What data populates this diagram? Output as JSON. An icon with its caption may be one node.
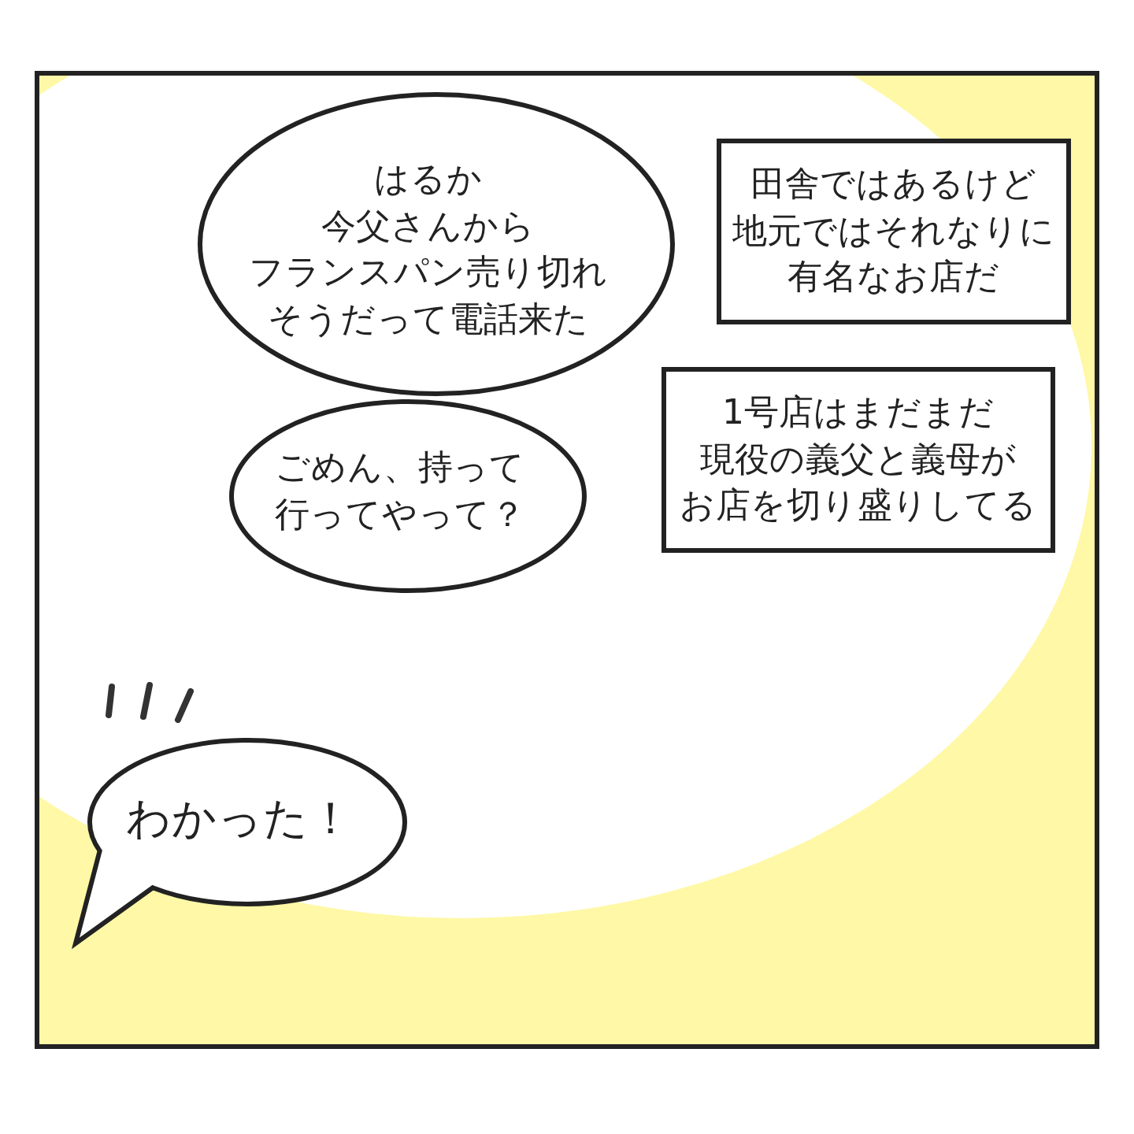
{
  "diagram": {
    "nodes": [
      {
        "text": [
          "田舎ではあるけど地元ではそれなりに有名なお店だ"
        ]
      },
      {
        "text": [
          "1号店はまだまだ現役の義父と義母がお店を切り盛りしてる"
        ]
      },
      {
        "text": [
          "はるか今父さんからフランスパン売り切れそうだって電話来た"
        ]
      },
      {
        "text": [
          "ごめん、持って行ってやって？"
        ]
      },
      {
        "text": [
          "わかった！"
        ]
      }
    ]
  }
}
